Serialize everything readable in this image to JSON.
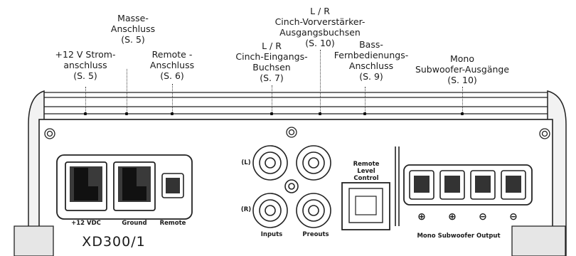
{
  "callouts": {
    "strom": [
      "+12 V Strom-",
      "anschluss",
      "(S. 5)"
    ],
    "masse": [
      "Masse-",
      "Anschluss",
      "(S. 5)"
    ],
    "remote": [
      "Remote -",
      "Anschluss",
      "(S. 6)"
    ],
    "eingang": [
      "L / R",
      "Cinch-Eingangs-",
      "Buchsen",
      "(S. 7)"
    ],
    "vorverstaerker": [
      "L / R",
      "Cinch-Vorverstärker-",
      "Ausgangsbuchsen",
      "(S. 10)"
    ],
    "bass": [
      "Bass-",
      "Fernbedienungs-",
      "Anschluss",
      "(S. 9)"
    ],
    "mono": [
      "Mono",
      "Subwoofer-Ausgänge",
      "(S. 10)"
    ]
  },
  "panel": {
    "vdc": "+12 VDC",
    "ground": "Ground",
    "remote": "Remote",
    "left": "(L)",
    "right": "(R)",
    "inputs": "Inputs",
    "preouts": "Preouts",
    "remote_level": [
      "Remote",
      "Level",
      "Control"
    ],
    "plus1": "⊕",
    "plus2": "⊕",
    "minus1": "⊖",
    "minus2": "⊖",
    "mono_output": "Mono Subwoofer Output",
    "model": "XD300/1"
  }
}
